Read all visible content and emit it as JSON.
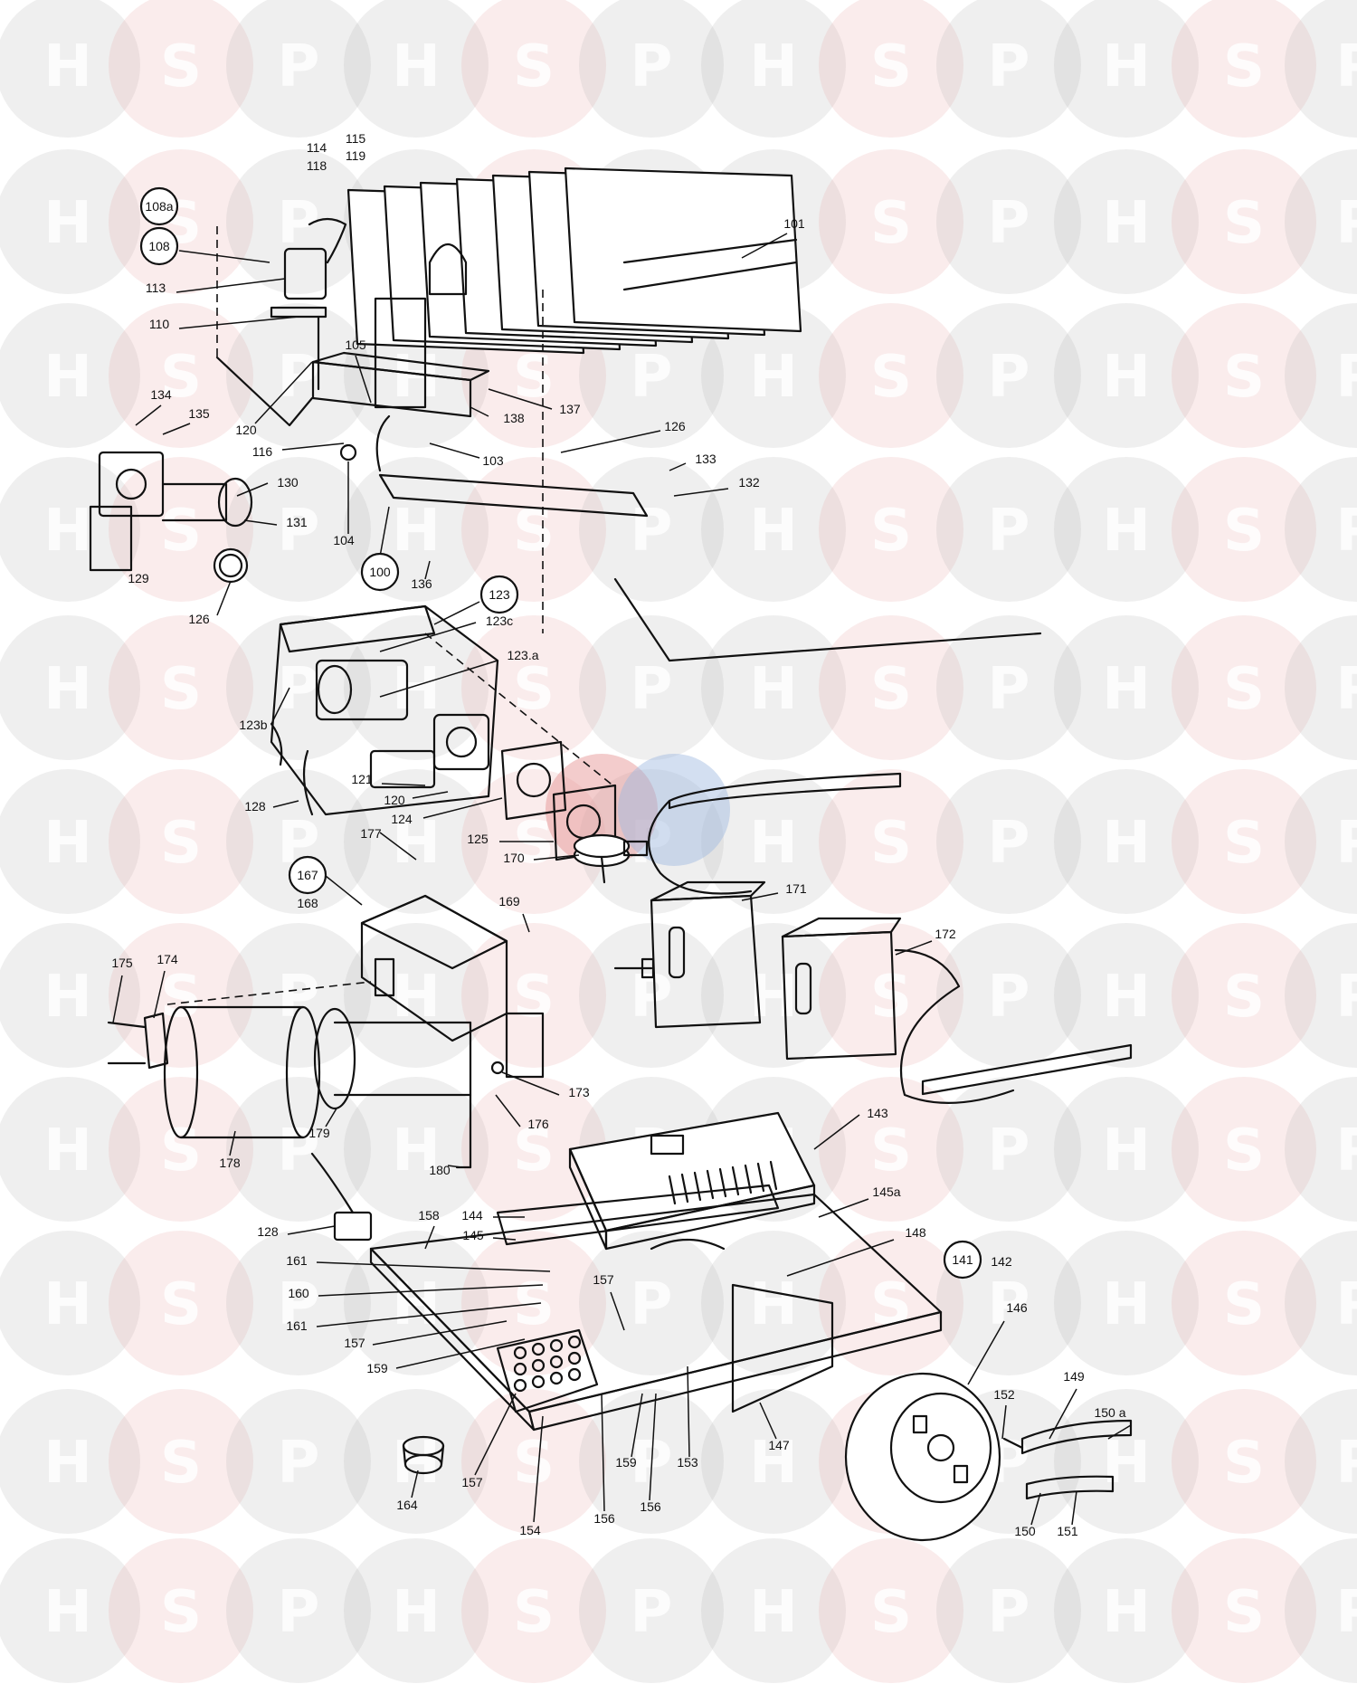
{
  "watermark": {
    "letters": [
      "H",
      "S",
      "P"
    ],
    "colors": {
      "H": "#b8b8b8",
      "S": "#e8a8a8",
      "P": "#b8b8b8"
    },
    "highlight_colors": {
      "S": "#e58f8f",
      "P": "#9db8e0"
    }
  },
  "labels": [
    {
      "id": "108a",
      "text": "108a",
      "circled": true
    },
    {
      "id": "108",
      "text": "108",
      "circled": true
    },
    {
      "id": "100",
      "text": "100",
      "circled": true
    },
    {
      "id": "123",
      "text": "123",
      "circled": true
    },
    {
      "id": "167",
      "text": "167",
      "circled": true
    },
    {
      "id": "141",
      "text": "141",
      "circled": true
    },
    {
      "id": "114",
      "text": "114"
    },
    {
      "id": "118",
      "text": "118"
    },
    {
      "id": "115",
      "text": "115"
    },
    {
      "id": "119",
      "text": "119"
    },
    {
      "id": "101",
      "text": "101"
    },
    {
      "id": "113",
      "text": "113"
    },
    {
      "id": "110",
      "text": "110"
    },
    {
      "id": "105",
      "text": "105"
    },
    {
      "id": "134",
      "text": "134"
    },
    {
      "id": "135",
      "text": "135"
    },
    {
      "id": "120a",
      "text": "120"
    },
    {
      "id": "138",
      "text": "138"
    },
    {
      "id": "137",
      "text": "137"
    },
    {
      "id": "116",
      "text": "116"
    },
    {
      "id": "103",
      "text": "103"
    },
    {
      "id": "126a",
      "text": "126"
    },
    {
      "id": "133",
      "text": "133"
    },
    {
      "id": "132",
      "text": "132"
    },
    {
      "id": "130",
      "text": "130"
    },
    {
      "id": "131",
      "text": "131"
    },
    {
      "id": "104",
      "text": "104"
    },
    {
      "id": "129",
      "text": "129"
    },
    {
      "id": "136",
      "text": "136"
    },
    {
      "id": "126b",
      "text": "126"
    },
    {
      "id": "123c",
      "text": "123c"
    },
    {
      "id": "123.a",
      "text": "123.a"
    },
    {
      "id": "123b",
      "text": "123b"
    },
    {
      "id": "121",
      "text": "121"
    },
    {
      "id": "120b",
      "text": "120"
    },
    {
      "id": "128a",
      "text": "128"
    },
    {
      "id": "124",
      "text": "124"
    },
    {
      "id": "125",
      "text": "125"
    },
    {
      "id": "170",
      "text": "170"
    },
    {
      "id": "177",
      "text": "177"
    },
    {
      "id": "168",
      "text": "168"
    },
    {
      "id": "169",
      "text": "169"
    },
    {
      "id": "171",
      "text": "171"
    },
    {
      "id": "172",
      "text": "172"
    },
    {
      "id": "175",
      "text": "175"
    },
    {
      "id": "174",
      "text": "174"
    },
    {
      "id": "173",
      "text": "173"
    },
    {
      "id": "176",
      "text": "176"
    },
    {
      "id": "179",
      "text": "179"
    },
    {
      "id": "178",
      "text": "178"
    },
    {
      "id": "180",
      "text": "180"
    },
    {
      "id": "143",
      "text": "143"
    },
    {
      "id": "145a",
      "text": "145a"
    },
    {
      "id": "128b",
      "text": "128"
    },
    {
      "id": "158",
      "text": "158"
    },
    {
      "id": "144",
      "text": "144"
    },
    {
      "id": "145",
      "text": "145"
    },
    {
      "id": "148",
      "text": "148"
    },
    {
      "id": "142",
      "text": "142"
    },
    {
      "id": "161a",
      "text": "161"
    },
    {
      "id": "160",
      "text": "160"
    },
    {
      "id": "161b",
      "text": "161"
    },
    {
      "id": "157a",
      "text": "157"
    },
    {
      "id": "157b",
      "text": "157"
    },
    {
      "id": "159a",
      "text": "159"
    },
    {
      "id": "146",
      "text": "146"
    },
    {
      "id": "152",
      "text": "152"
    },
    {
      "id": "149",
      "text": "149"
    },
    {
      "id": "150a",
      "text": "150 a"
    },
    {
      "id": "164",
      "text": "164"
    },
    {
      "id": "157c",
      "text": "157"
    },
    {
      "id": "159b",
      "text": "159"
    },
    {
      "id": "153",
      "text": "153"
    },
    {
      "id": "147",
      "text": "147"
    },
    {
      "id": "154",
      "text": "154"
    },
    {
      "id": "156a",
      "text": "156"
    },
    {
      "id": "156b",
      "text": "156"
    },
    {
      "id": "150",
      "text": "150"
    },
    {
      "id": "151",
      "text": "151"
    }
  ]
}
